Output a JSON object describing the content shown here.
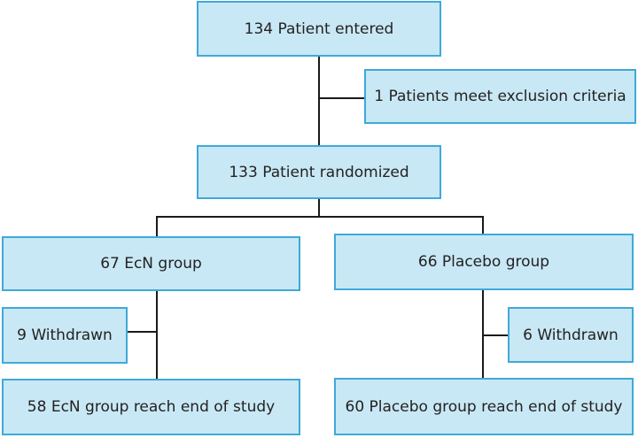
{
  "flowchart": {
    "entered": "134 Patient entered",
    "excluded": "1 Patients meet exclusion criteria",
    "randomized": "133 Patient randomized",
    "ecn_group": "67 EcN group",
    "placebo_group": "66 Placebo group",
    "ecn_withdrawn": "9 Withdrawn",
    "placebo_withdrawn": "6 Withdrawn",
    "ecn_end": "58 EcN group reach end of study",
    "placebo_end": "60 Placebo group reach end of study"
  },
  "colors": {
    "box_fill": "#c9e8f5",
    "box_border": "#3fa9d8",
    "connector": "#1a1a1a"
  }
}
